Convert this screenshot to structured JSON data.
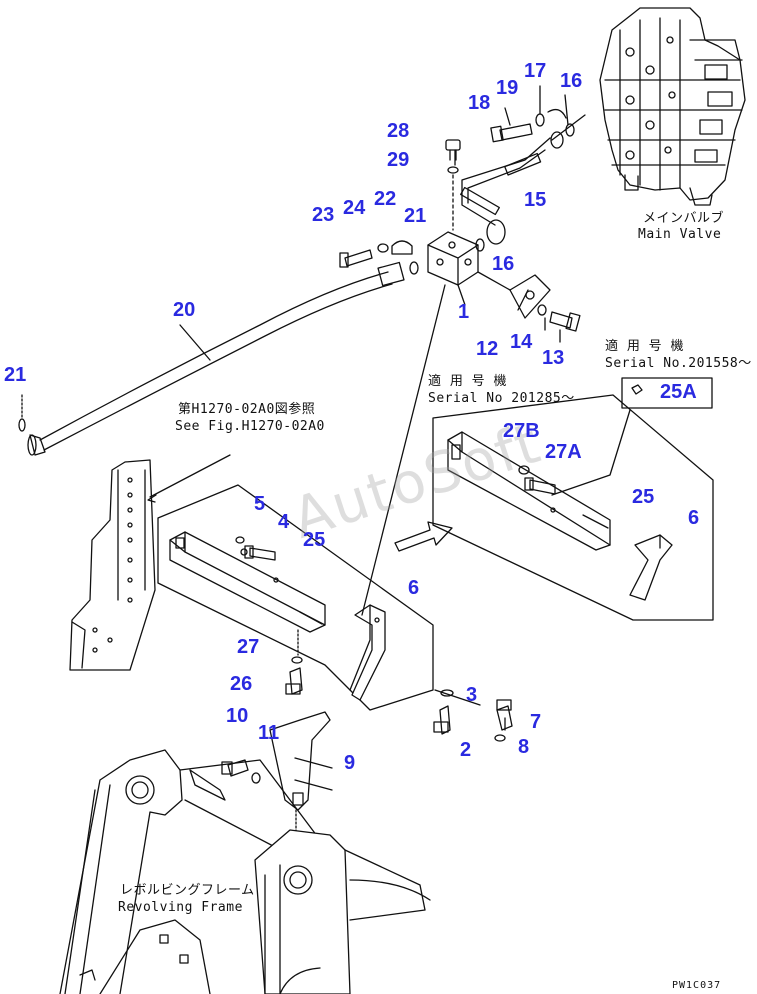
{
  "labels": {
    "main_valve_jp": "メインバルブ",
    "main_valve_en": "Main Valve",
    "ref_jp": "第H1270-02A0図参照",
    "ref_en": "See Fig.H1270-02A0",
    "serial1_jp": "適 用 号 機",
    "serial1_en": "Serial No 201285～",
    "serial2_jp": "適 用 号 機",
    "serial2_en": "Serial No.201558～",
    "frame_jp": "レボルビングフレーム",
    "frame_en": "Revolving Frame",
    "drawing_code": "PW1C037",
    "watermark": "AutoSoft"
  },
  "part_numbers": {
    "p1": "1",
    "p2": "2",
    "p3": "3",
    "p4": "4",
    "p5": "5",
    "p6a": "6",
    "p6b": "6",
    "p7": "7",
    "p8": "8",
    "p9": "9",
    "p10": "10",
    "p11": "11",
    "p12": "12",
    "p13": "13",
    "p14": "14",
    "p15": "15",
    "p16a": "16",
    "p16b": "16",
    "p17": "17",
    "p18": "18",
    "p19": "19",
    "p20": "20",
    "p21a": "21",
    "p21b": "21",
    "p22": "22",
    "p23": "23",
    "p24": "24",
    "p25a": "25",
    "p25b": "25",
    "p25A": "25A",
    "p26": "26",
    "p27": "27",
    "p27A": "27A",
    "p27B": "27B",
    "p28": "28",
    "p29": "29"
  },
  "colors": {
    "callout": "#2a2ae0",
    "line": "#111111"
  }
}
